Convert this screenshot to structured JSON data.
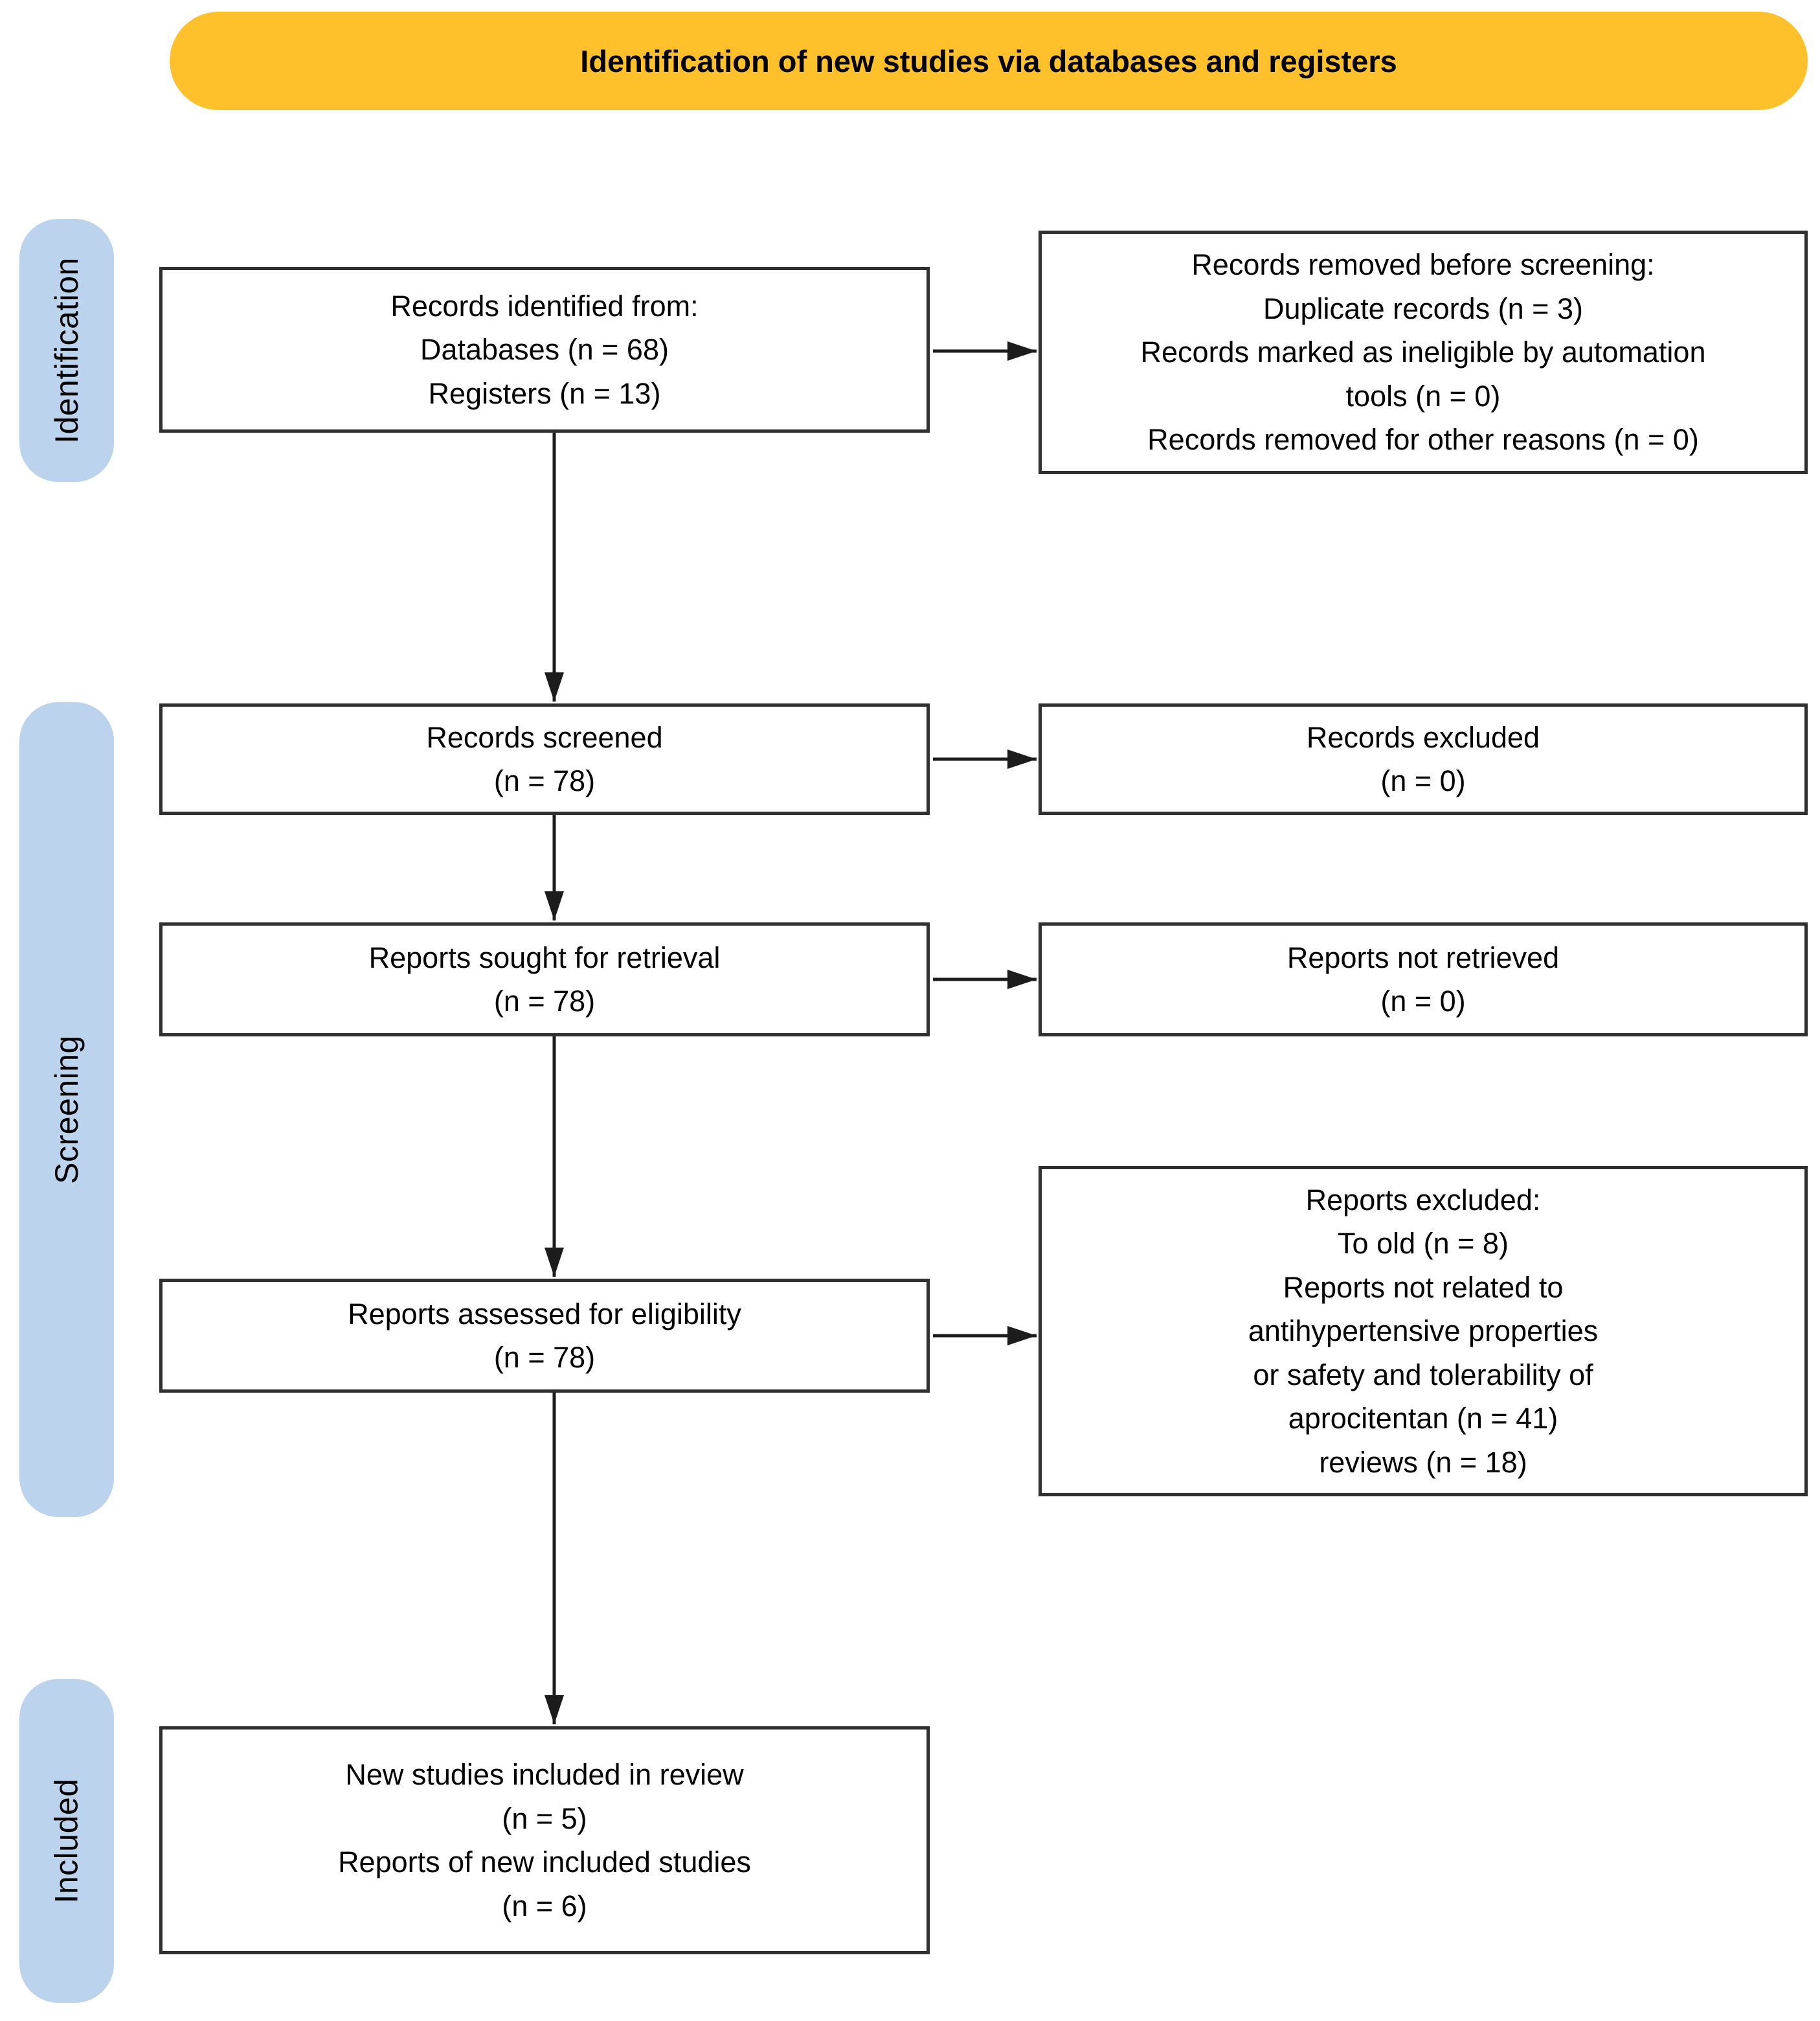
{
  "banner": {
    "label": "Identification of new studies via databases and registers"
  },
  "stage_labels": [
    {
      "label": "Identification"
    },
    {
      "label": "Screening"
    },
    {
      "label": "Included"
    }
  ],
  "boxes": {
    "records_identified": "Records identified from:\nDatabases (n = 68)\nRegisters (n = 13)",
    "records_removed": "Records removed before screening:\nDuplicate records (n = 3)\nRecords marked as ineligible by automation\ntools (n = 0)\nRecords removed for other reasons (n = 0)",
    "records_screened": "Records screened\n(n = 78)",
    "records_excluded": "Records excluded\n(n = 0)",
    "reports_sought": "Reports sought for retrieval\n(n = 78)",
    "reports_not_retrieved": "Reports not retrieved\n(n = 0)",
    "reports_assessed": "Reports assessed for eligibility\n(n = 78)",
    "reports_excluded": "Reports excluded:\nTo old (n = 8)\nReports not related to\nantihypertensive properties\nor safety and tolerability of\naprocitentan (n = 41)\nreviews (n = 18)",
    "new_studies_included": "New studies included in review\n(n = 5)\nReports of new included studies\n(n = 6)"
  },
  "colors": {
    "banner_bg": "#FEC12B",
    "stage_bg": "#BCD3EE",
    "box_border": "#2F2F2F",
    "arrow": "#1C1C1C",
    "text": "#000000"
  }
}
